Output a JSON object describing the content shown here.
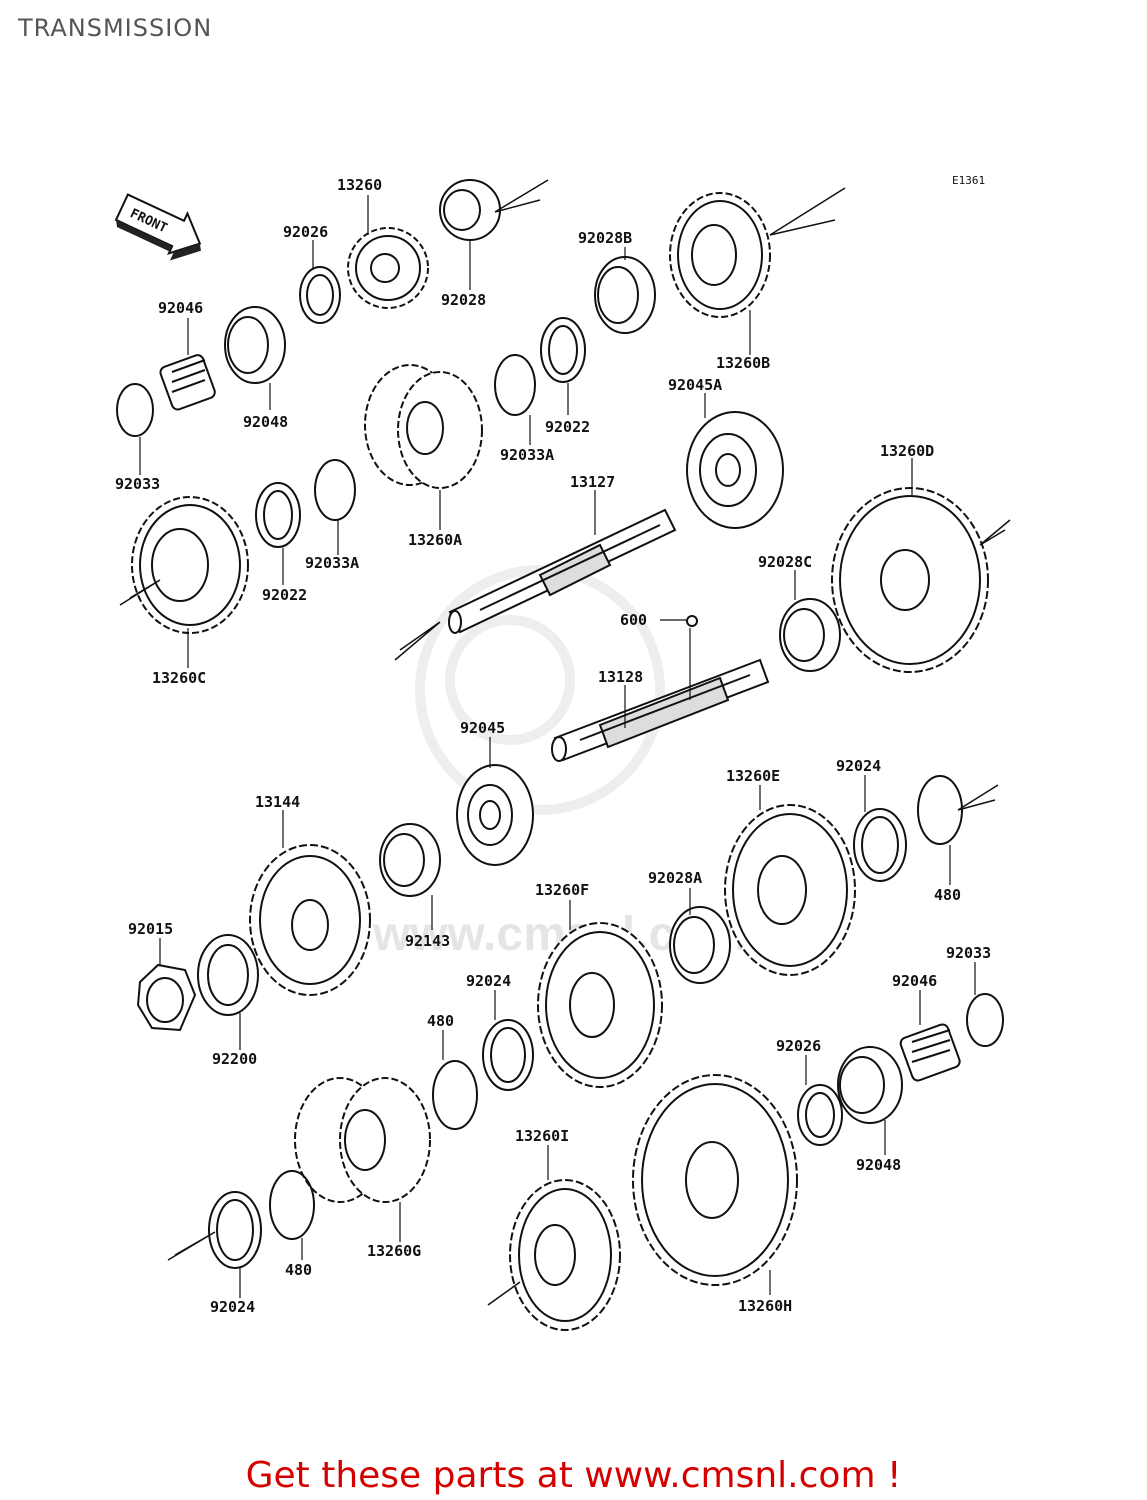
{
  "header": {
    "title": "TRANSMISSION"
  },
  "diagram": {
    "ref_code": "E1361",
    "front_label": "FRONT",
    "watermark": "www.cmsnl.com",
    "parts": [
      {
        "id": "p13260",
        "label": "13260"
      },
      {
        "id": "p92026a",
        "label": "92026"
      },
      {
        "id": "p92046a",
        "label": "92046"
      },
      {
        "id": "p92048a",
        "label": "92048"
      },
      {
        "id": "p92033a",
        "label": "92033"
      },
      {
        "id": "p92028",
        "label": "92028"
      },
      {
        "id": "p92028B",
        "label": "92028B"
      },
      {
        "id": "p13260B",
        "label": "13260B"
      },
      {
        "id": "p92022a",
        "label": "92022"
      },
      {
        "id": "p92033Aa",
        "label": "92033A"
      },
      {
        "id": "p92045A",
        "label": "92045A"
      },
      {
        "id": "p13260A",
        "label": "13260A"
      },
      {
        "id": "p13127",
        "label": "13127"
      },
      {
        "id": "p13260D",
        "label": "13260D"
      },
      {
        "id": "p92022b",
        "label": "92022"
      },
      {
        "id": "p92033Ab",
        "label": "92033A"
      },
      {
        "id": "p13260C",
        "label": "13260C"
      },
      {
        "id": "p92028C",
        "label": "92028C"
      },
      {
        "id": "p600",
        "label": "600"
      },
      {
        "id": "p13128",
        "label": "13128"
      },
      {
        "id": "p92045",
        "label": "92045"
      },
      {
        "id": "p13144",
        "label": "13144"
      },
      {
        "id": "p13260E",
        "label": "13260E"
      },
      {
        "id": "p92024a",
        "label": "92024"
      },
      {
        "id": "p480a",
        "label": "480"
      },
      {
        "id": "p92143",
        "label": "92143"
      },
      {
        "id": "p13260F",
        "label": "13260F"
      },
      {
        "id": "p92028A",
        "label": "92028A"
      },
      {
        "id": "p92015",
        "label": "92015"
      },
      {
        "id": "p92200",
        "label": "92200"
      },
      {
        "id": "p92024b",
        "label": "92024"
      },
      {
        "id": "p480b",
        "label": "480"
      },
      {
        "id": "p92033b",
        "label": "92033"
      },
      {
        "id": "p92046b",
        "label": "92046"
      },
      {
        "id": "p92026b",
        "label": "92026"
      },
      {
        "id": "p92048b",
        "label": "92048"
      },
      {
        "id": "p13260I",
        "label": "13260I"
      },
      {
        "id": "p13260G",
        "label": "13260G"
      },
      {
        "id": "p480c",
        "label": "480"
      },
      {
        "id": "p92024c",
        "label": "92024"
      },
      {
        "id": "p13260H",
        "label": "13260H"
      }
    ]
  },
  "footer": {
    "text": "Get these parts at www.cmsnl.com !",
    "color": "#d40000"
  }
}
